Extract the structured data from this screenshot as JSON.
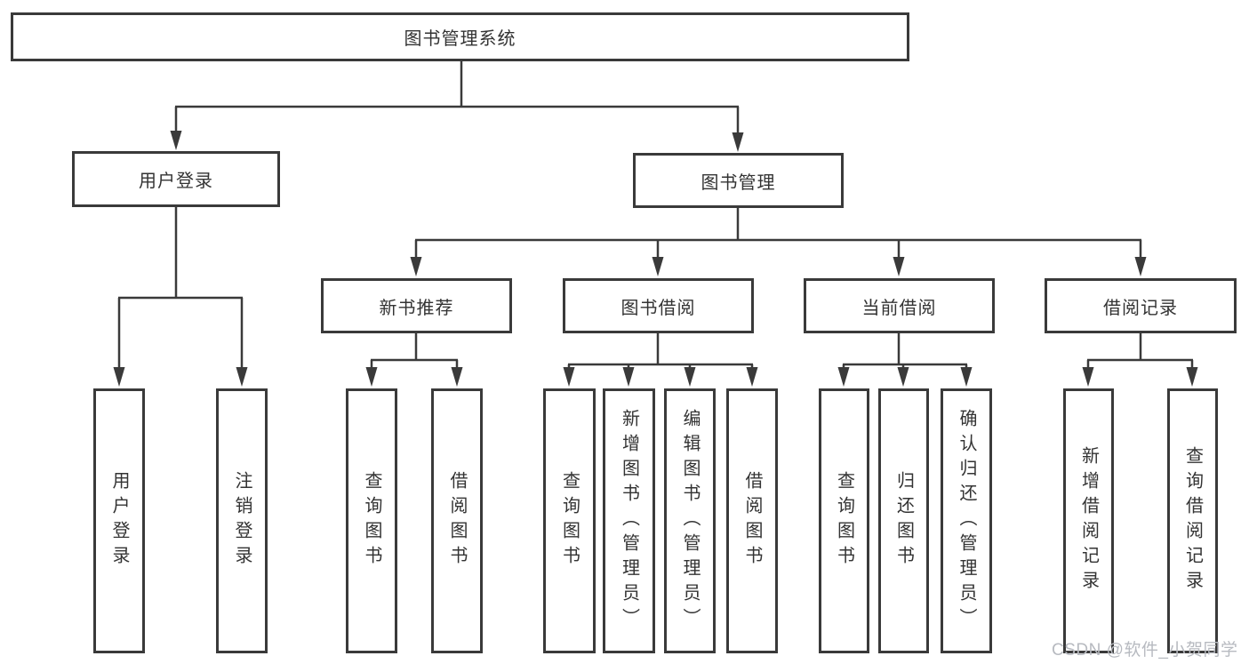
{
  "diagram": {
    "root": {
      "label": "图书管理系统"
    },
    "branches": [
      {
        "label": "用户登录",
        "children": [
          {
            "label": "用户登录"
          },
          {
            "label": "注销登录"
          }
        ]
      },
      {
        "label": "图书管理",
        "children": [
          {
            "label": "新书推荐",
            "children": [
              {
                "label": "查询图书"
              },
              {
                "label": "借阅图书"
              }
            ]
          },
          {
            "label": "图书借阅",
            "children": [
              {
                "label": "查询图书"
              },
              {
                "label": "新增图书（管理员）"
              },
              {
                "label": "编辑图书（管理员）"
              },
              {
                "label": "借阅图书"
              }
            ]
          },
          {
            "label": "当前借阅",
            "children": [
              {
                "label": "查询图书"
              },
              {
                "label": "归还图书"
              },
              {
                "label": "确认归还（管理员）"
              }
            ]
          },
          {
            "label": "借阅记录",
            "children": [
              {
                "label": "新增借阅记录"
              },
              {
                "label": "查询借阅记录"
              }
            ]
          }
        ]
      }
    ]
  },
  "watermark": {
    "text": "CSDN @软件_小贺同学"
  },
  "colors": {
    "line": "#3a3a3a",
    "text": "#333333",
    "watermark": "#b7bac0",
    "background": "#ffffff"
  }
}
